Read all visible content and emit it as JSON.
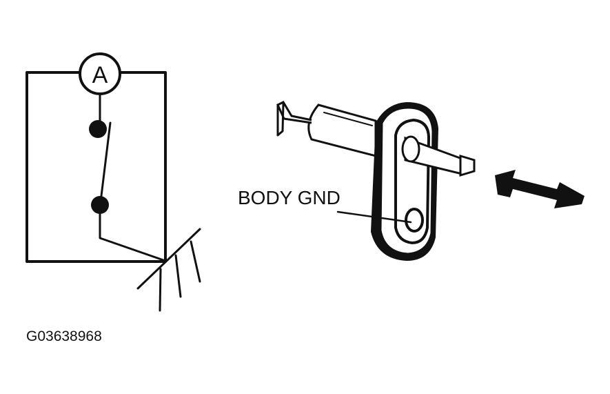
{
  "circuit": {
    "meter_symbol": "A"
  },
  "switch": {
    "ground_label": "BODY GND"
  },
  "figure_id": "G03638968",
  "colors": {
    "ink": "#111111",
    "background": "#ffffff"
  },
  "icons": [
    "ammeter-icon",
    "ground-symbol-icon",
    "door-switch-icon",
    "double-arrow-icon"
  ]
}
